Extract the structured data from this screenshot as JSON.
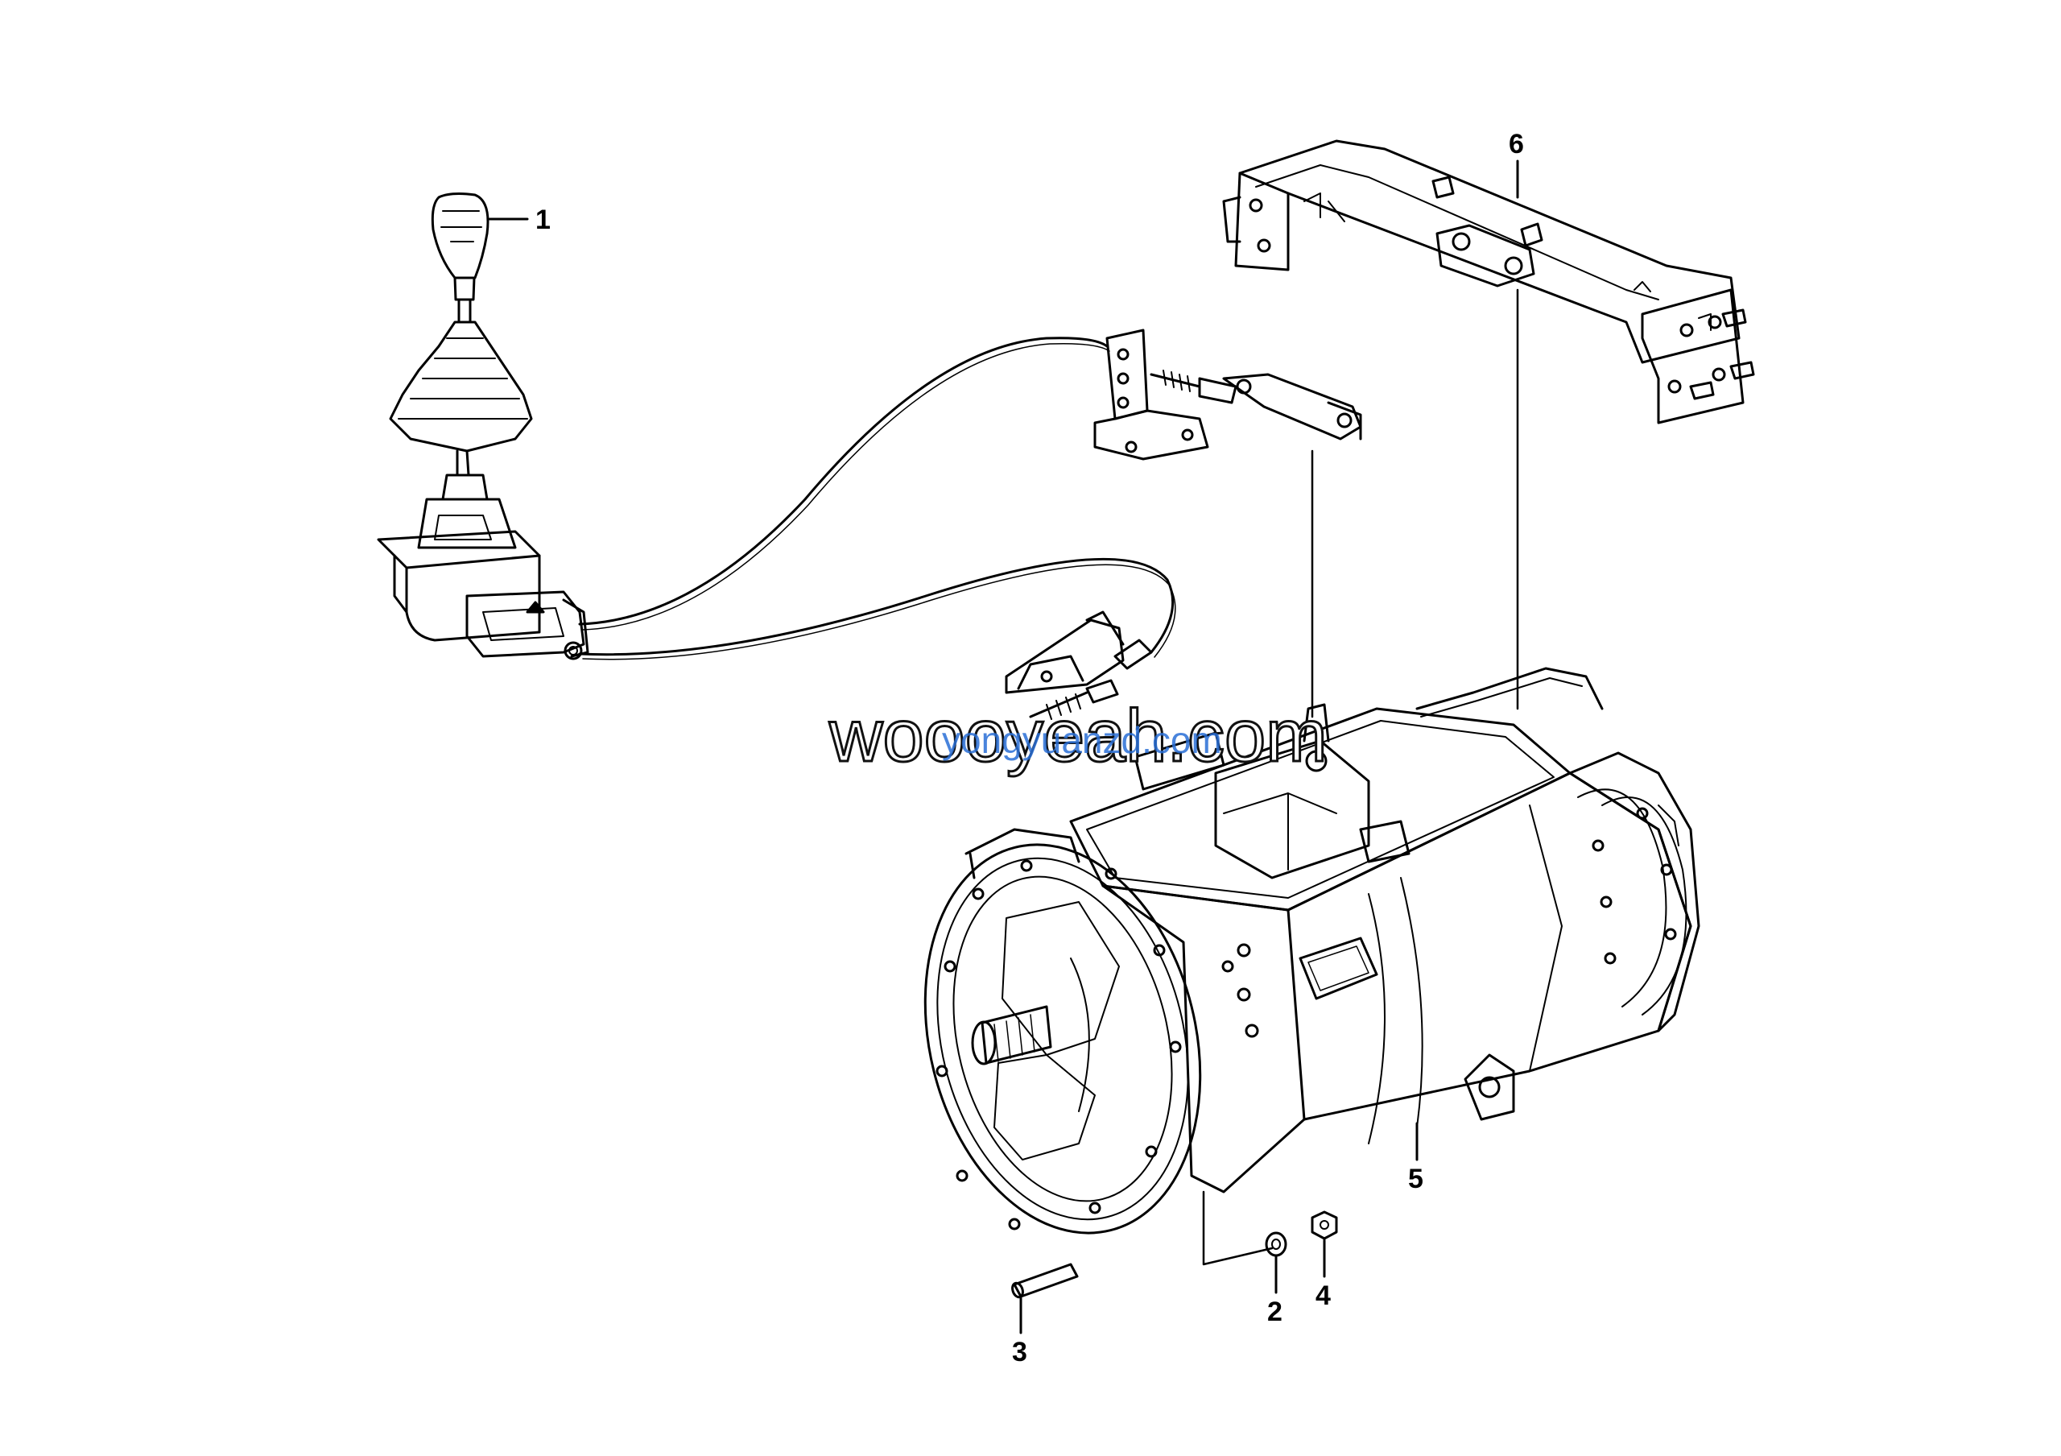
{
  "callouts": [
    {
      "id": "1",
      "label": "1"
    },
    {
      "id": "2",
      "label": "2"
    },
    {
      "id": "3",
      "label": "3"
    },
    {
      "id": "4",
      "label": "4"
    },
    {
      "id": "5",
      "label": "5"
    },
    {
      "id": "6",
      "label": "6"
    }
  ],
  "watermark": {
    "primary": "woooyeah.com",
    "secondary": "yongyuanzd.com",
    "primary_color": "#111111",
    "secondary_color": "#2a6fd6"
  }
}
